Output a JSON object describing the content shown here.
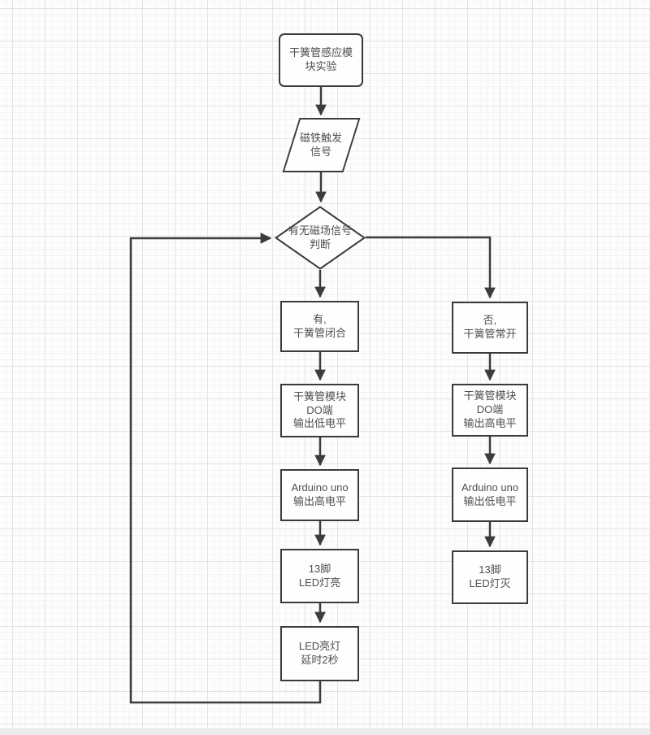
{
  "canvas": {
    "background_color": "#fdfdfd",
    "grid_major_color": "#e3e3e3",
    "grid_minor_color": "#f4f4f4",
    "shape_border_color": "#3b3b3b",
    "connector_color": "#3c3c3c",
    "text_color": "#4f4f4f",
    "bottom_strip_color": "#ececec"
  },
  "nodes": {
    "start": {
      "type": "rounded-rectangle",
      "label": "干簧管感应模\n块实验"
    },
    "trigger": {
      "type": "parallelogram",
      "label": "磁铁触发\n信号"
    },
    "decision": {
      "type": "diamond",
      "label": "有无磁场信号\n判断"
    },
    "yes_closed": {
      "type": "rectangle",
      "label": "有,\n干簧管闭合"
    },
    "no_open": {
      "type": "rectangle",
      "label": "否,\n干簧管常开"
    },
    "do_low": {
      "type": "rectangle",
      "label": "干簧管模块\nDO端\n输出低电平"
    },
    "do_high": {
      "type": "rectangle",
      "label": "干簧管模块\nDO端\n输出高电平"
    },
    "arduino_high": {
      "type": "rectangle",
      "label": "Arduino uno\n输出高电平"
    },
    "arduino_low": {
      "type": "rectangle",
      "label": "Arduino uno\n输出低电平"
    },
    "led_on": {
      "type": "rectangle",
      "label": "13脚\nLED灯亮"
    },
    "led_off": {
      "type": "rectangle",
      "label": "13脚\nLED灯灭"
    },
    "delay": {
      "type": "rectangle",
      "label": "LED亮灯\n延时2秒"
    }
  },
  "edges": [
    {
      "from": "start",
      "to": "trigger"
    },
    {
      "from": "trigger",
      "to": "decision"
    },
    {
      "from": "decision",
      "to": "yes_closed"
    },
    {
      "from": "decision",
      "to": "no_open"
    },
    {
      "from": "yes_closed",
      "to": "do_low"
    },
    {
      "from": "do_low",
      "to": "arduino_high"
    },
    {
      "from": "arduino_high",
      "to": "led_on"
    },
    {
      "from": "led_on",
      "to": "delay"
    },
    {
      "from": "no_open",
      "to": "do_high"
    },
    {
      "from": "do_high",
      "to": "arduino_low"
    },
    {
      "from": "arduino_low",
      "to": "led_off"
    },
    {
      "from": "delay",
      "to": "decision",
      "note": "loop-back"
    }
  ]
}
